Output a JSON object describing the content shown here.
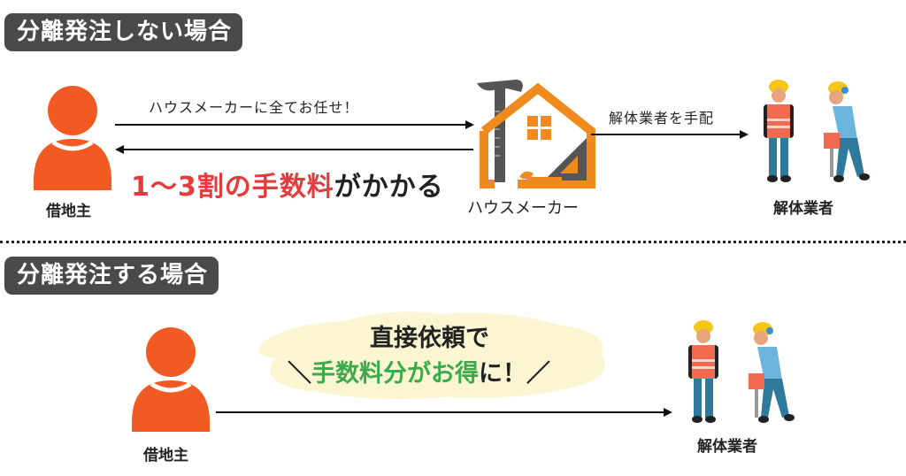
{
  "top_section": {
    "title": "分離発注しない場合",
    "landowner_label": "借地主",
    "arrow_to_maker_text": "ハウスメーカーに全てお任せ！",
    "fee_text_red": "1〜3割の手数料",
    "fee_text_black": "がかかる",
    "house_maker_label": "ハウスメーカー",
    "arrange_text": "解体業者を手配",
    "demolition_label": "解体業者"
  },
  "bottom_section": {
    "title": "分離発注する場合",
    "landowner_label": "借地主",
    "cloud_line1": "直接依頼で",
    "cloud_line2_prefix": "＼",
    "cloud_line2_green": "手数料分がお得",
    "cloud_line2_suffix": "に！／",
    "demolition_label": "解体業者"
  },
  "colors": {
    "person": "#f15a22",
    "house": "#f08a1c",
    "tool_gray": "#555555",
    "label_bg": "#4a4a4a",
    "fee_red": "#e53b3b",
    "savings_green": "#3aaa4a",
    "cloud": "#fbf5d2"
  },
  "icons": {
    "person": "person-icon",
    "house": "house-maker-icon",
    "workers": "demolition-workers-icon"
  }
}
